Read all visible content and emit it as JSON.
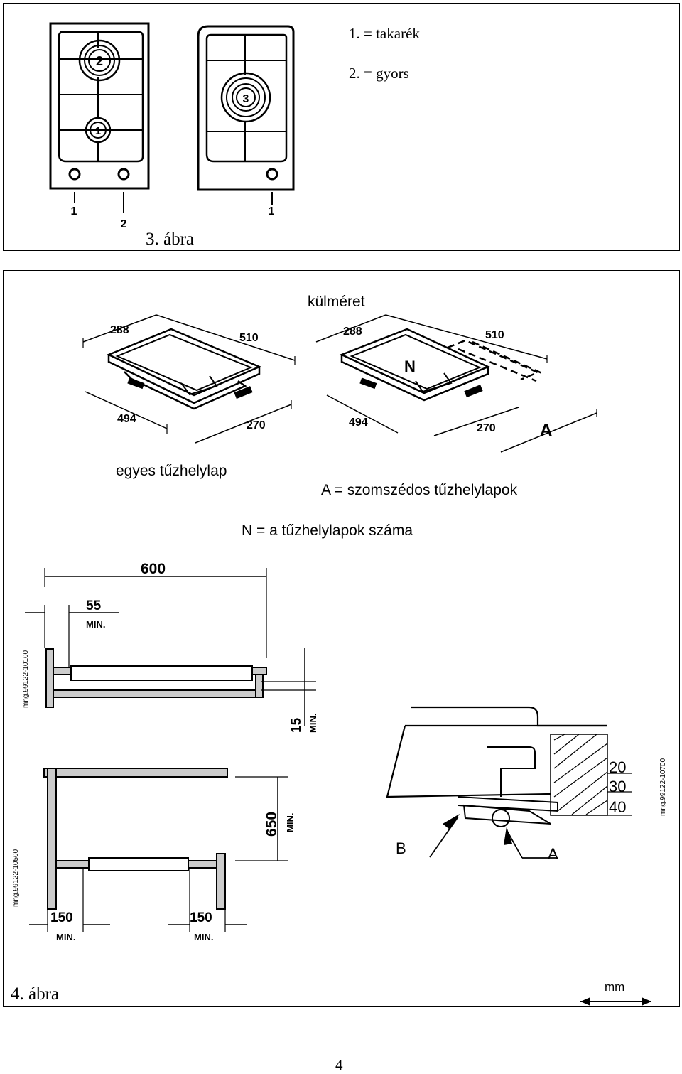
{
  "figure3": {
    "legend": [
      "1. = takarék",
      "2. = gyors"
    ],
    "caption": "3. ábra",
    "burner_labels": {
      "hob1_top": "2",
      "hob1_bottom": "1",
      "hob2": "3"
    },
    "knob_labels": {
      "hob1_left": "1",
      "hob1_right": "2",
      "hob2": "1"
    }
  },
  "figure4": {
    "title": "külméret",
    "caption_single": "egyes tűzhelylap",
    "caption_adjacent": "A = szomszédos tűzhelylapok",
    "caption_number": "N = a tűzhelylapok száma",
    "caption": "4. ábra",
    "dims_single": {
      "w1": "288",
      "d1": "510",
      "w2": "494",
      "d2": "270"
    },
    "dims_multi": {
      "w1": "288",
      "d1": "510",
      "w2": "494",
      "d2": "270",
      "A": "A",
      "N": "N"
    },
    "install": {
      "width": "600",
      "margin": "55",
      "margin_min": "MIN.",
      "below": "15",
      "below_min": "MIN.",
      "height": "650",
      "height_min": "MIN.",
      "side_left": "150",
      "side_left_min": "MIN.",
      "side_right": "150",
      "side_right_min": "MIN.",
      "ref_top": "mng.99122-10100",
      "ref_bottom": "mng.99122-10500"
    },
    "mounting": {
      "thicknesses": [
        "20",
        "30",
        "40"
      ],
      "label_b": "B",
      "label_a": "A",
      "unit": "mm",
      "ref": "mng.99122-10700"
    }
  },
  "page_number": "4"
}
